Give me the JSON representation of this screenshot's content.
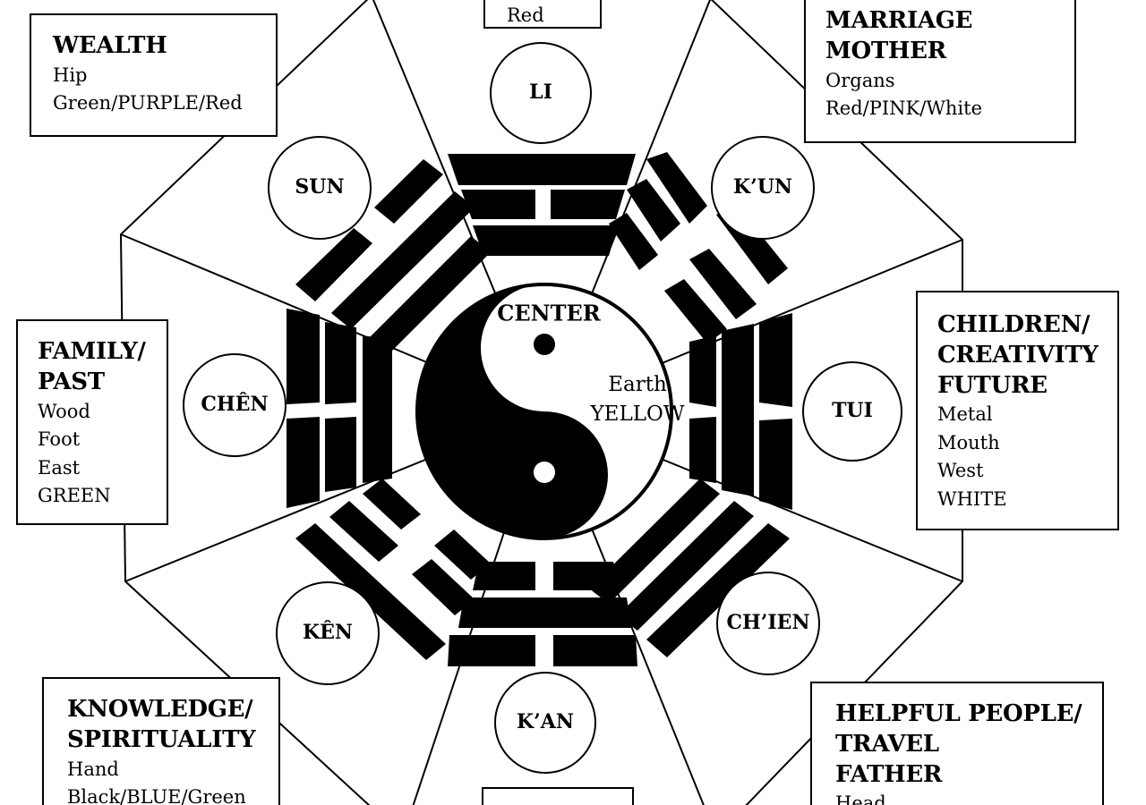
{
  "boxes": {
    "top": {
      "lines": [
        "Red"
      ]
    },
    "wealth": {
      "titles": [
        "WEALTH"
      ],
      "lines": [
        "Hip",
        "Green/PURPLE/Red"
      ]
    },
    "marriage": {
      "titles": [
        "MARRIAGE",
        "MOTHER"
      ],
      "lines": [
        "Organs",
        "Red/PINK/White"
      ]
    },
    "family": {
      "titles": [
        "FAMILY/",
        "PAST"
      ],
      "lines": [
        "Wood",
        "Foot",
        "East",
        "GREEN"
      ]
    },
    "children": {
      "titles": [
        "CHILDREN/",
        "CREATIVITY",
        "FUTURE"
      ],
      "lines": [
        "Metal",
        "Mouth",
        "West",
        "WHITE"
      ]
    },
    "knowledge": {
      "titles": [
        "KNOWLEDGE/",
        "SPIRITUALITY"
      ],
      "lines": [
        "Hand",
        "Black/BLUE/Green"
      ]
    },
    "helpful": {
      "titles": [
        "HELPFUL PEOPLE/",
        "TRAVEL",
        "FATHER"
      ],
      "lines": [
        "Head"
      ]
    }
  },
  "trigrams": {
    "li": "LI",
    "kun": "K’UN",
    "tui": "TUI",
    "chien": "CH’IEN",
    "kan": "K’AN",
    "ken": "KÊN",
    "chen": "CHÊN",
    "sun": "SUN"
  },
  "center": {
    "title": "CENTER",
    "element": "Earth",
    "color": "YELLOW"
  }
}
